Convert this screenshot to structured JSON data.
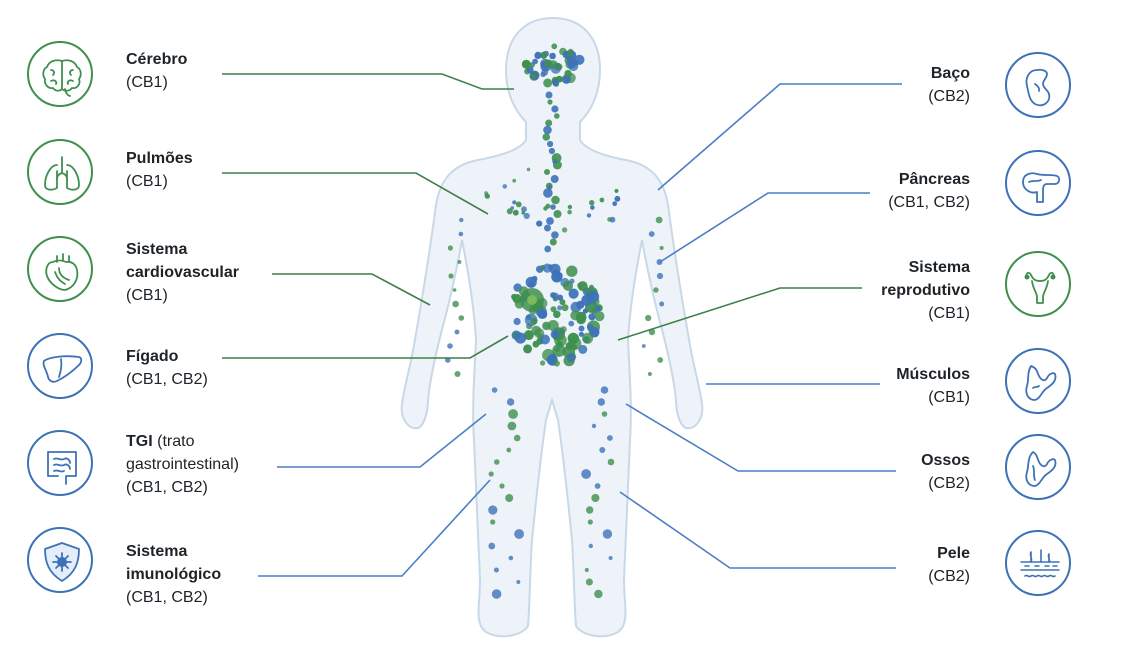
{
  "colors": {
    "green": "#3f8f4e",
    "blue": "#3d72b8",
    "green_line": "#3f7f4a",
    "blue_line": "#4a7ec4",
    "body_fill": "#edf3f9",
    "body_stroke": "#c9d8e8"
  },
  "organs": {
    "left": [
      {
        "id": "cerebro",
        "name": "Cérebro",
        "receptors": "(CB1)",
        "icon": "brain-icon",
        "color": "green"
      },
      {
        "id": "pulmoes",
        "name": "Pulmões",
        "receptors": "(CB1)",
        "icon": "lungs-icon",
        "color": "green"
      },
      {
        "id": "cardio",
        "name_line1": "Sistema",
        "name_line2": "cardiovascular",
        "receptors": "(CB1)",
        "icon": "heart-icon",
        "color": "green"
      },
      {
        "id": "figado",
        "name": "Fígado",
        "receptors": "(CB1, CB2)",
        "icon": "liver-icon",
        "color": "blue"
      },
      {
        "id": "tgi",
        "name": "TGI",
        "name_suffix": "(trato",
        "name_line2": "gastrointestinal)",
        "receptors": "(CB1, CB2)",
        "icon": "intestine-icon",
        "color": "blue"
      },
      {
        "id": "imuno",
        "name_line1": "Sistema",
        "name_line2": "imunológico",
        "receptors": "(CB1, CB2)",
        "icon": "immune-shield-icon",
        "color": "blue"
      }
    ],
    "right": [
      {
        "id": "baco",
        "name": "Baço",
        "receptors": "(CB2)",
        "icon": "spleen-icon",
        "color": "blue"
      },
      {
        "id": "pancreas",
        "name": "Pâncreas",
        "receptors": "(CB1, CB2)",
        "icon": "pancreas-icon",
        "color": "blue"
      },
      {
        "id": "reprodutivo",
        "name_line1": "Sistema",
        "name_line2": "reprodutivo",
        "receptors": "(CB1)",
        "icon": "uterus-icon",
        "color": "green"
      },
      {
        "id": "musculos",
        "name": "Músculos",
        "receptors": "(CB1)",
        "icon": "muscle-icon",
        "color": "blue"
      },
      {
        "id": "ossos",
        "name": "Ossos",
        "receptors": "(CB2)",
        "icon": "bone-icon",
        "color": "blue"
      },
      {
        "id": "pele",
        "name": "Pele",
        "receptors": "(CB2)",
        "icon": "skin-icon",
        "color": "blue"
      }
    ]
  }
}
